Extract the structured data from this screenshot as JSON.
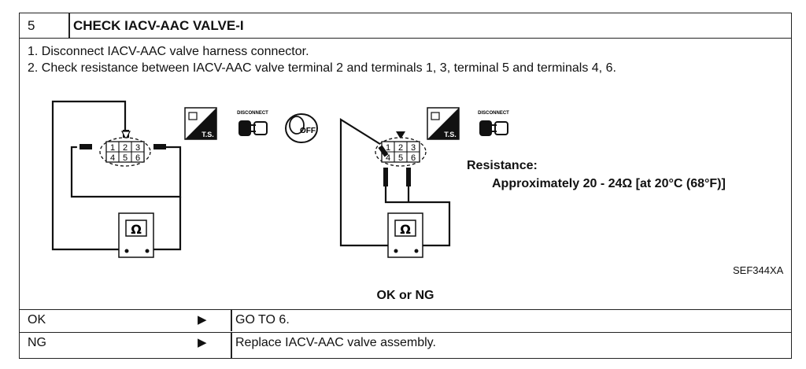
{
  "header": {
    "number": "5",
    "title": "CHECK IACV-AAC VALVE-I"
  },
  "steps": [
    "1. Disconnect IACV-AAC valve harness connector.",
    "2. Check resistance between IACV-AAC valve terminal 2 and terminals 1, 3, terminal 5 and terminals 4, 6."
  ],
  "diagram": {
    "left_terminals": [
      "1",
      "2",
      "3",
      "4",
      "5",
      "6"
    ],
    "right_terminals": [
      "1",
      "2",
      "3",
      "4",
      "5",
      "6"
    ],
    "meter_symbol": "Ω",
    "ts_label": "T.S.",
    "disconnect_label": "DISCONNECT",
    "ignition_label": "OFF",
    "icons": [
      "ts-icon",
      "disconnect-icon",
      "ignition-off-icon",
      "ohmmeter-icon"
    ]
  },
  "spec": {
    "label": "Resistance:",
    "value": "Approximately 20 - 24Ω  [at 20°C (68°F)]"
  },
  "figure_code": "SEF344XA",
  "question": "OK or NG",
  "results": [
    {
      "key": "OK",
      "arrow": "▶",
      "action": "GO TO 6."
    },
    {
      "key": "NG",
      "arrow": "▶",
      "action": "Replace IACV-AAC valve assembly."
    }
  ]
}
